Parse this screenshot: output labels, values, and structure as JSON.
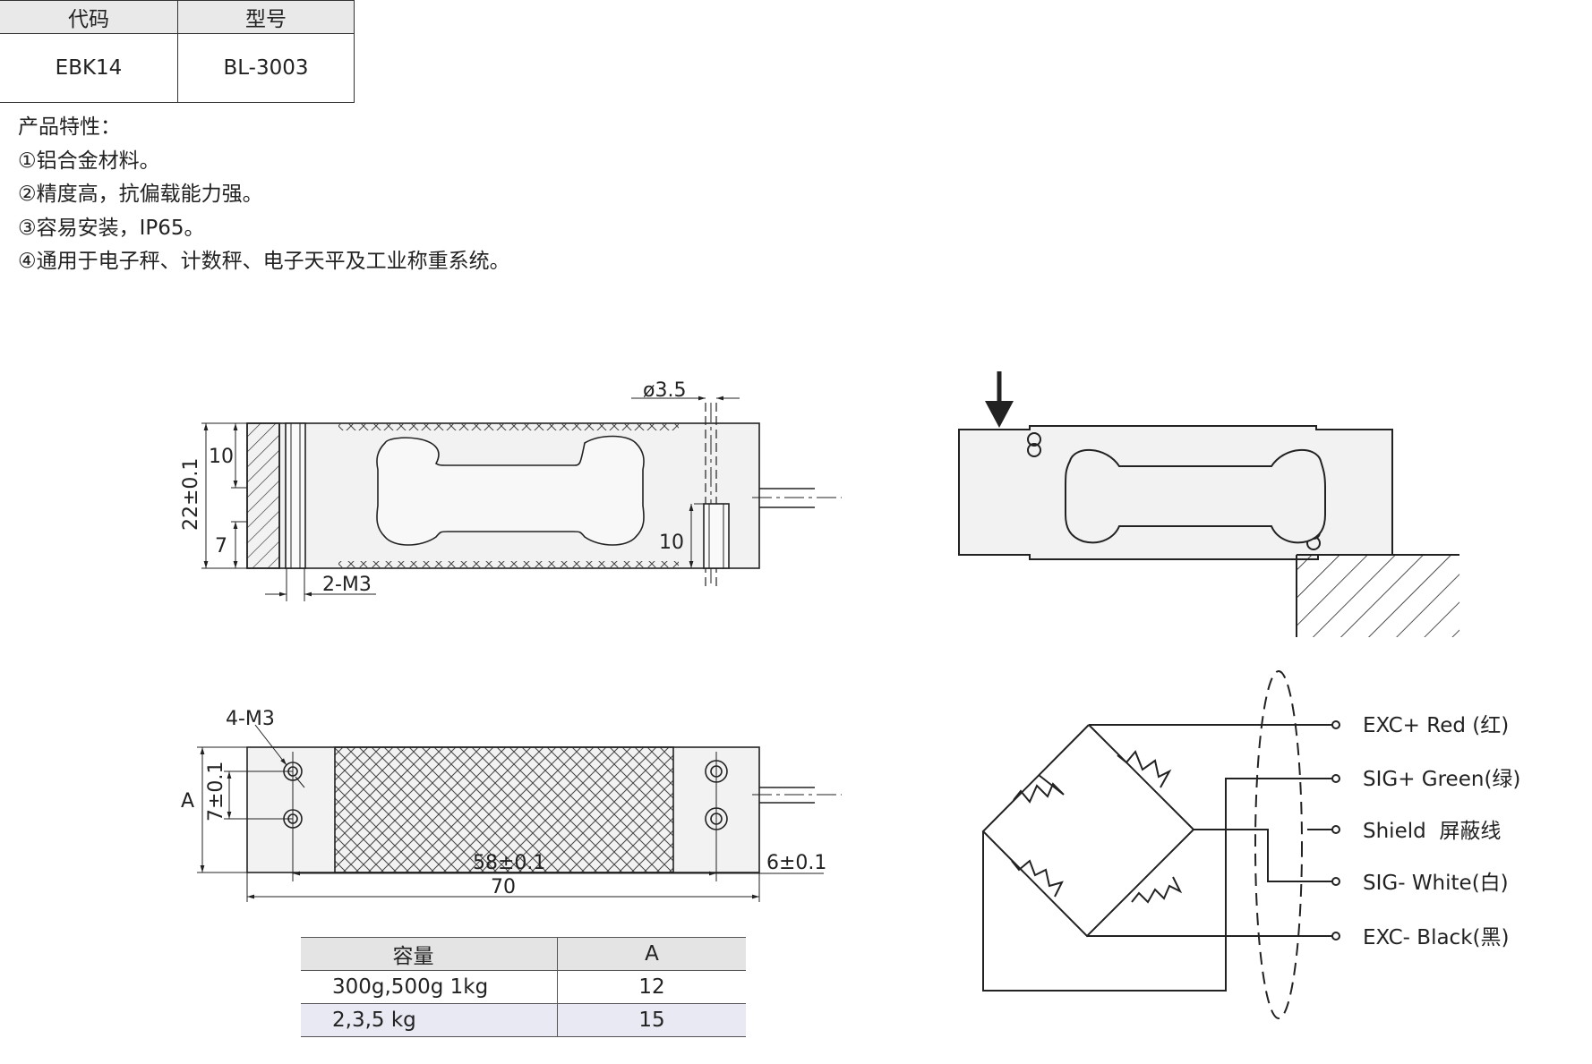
{
  "spec_table": {
    "headers": [
      "代码",
      "型号"
    ],
    "row": [
      "EBK14",
      "BL-3003"
    ]
  },
  "features": {
    "title": "产品特性：",
    "items": [
      "①铝合金材料。",
      "②精度高，抗偏载能力强。",
      "③容易安装，IP65。",
      "④通用于电子秤、计数秤、电子天平及工业称重系统。"
    ]
  },
  "drawing_top": {
    "dim_hole_dia": "ø3.5",
    "dim_height": "22±0.1",
    "dim_10_left": "10",
    "dim_7_left": "7",
    "dim_10_right": "10",
    "dim_thread": "2-M3"
  },
  "drawing_bottom": {
    "dim_thread": "4-M3",
    "dim_a": "A",
    "dim_7": "7±0.1",
    "dim_58": "58±0.1",
    "dim_70": "70",
    "dim_6": "6±0.1"
  },
  "capacity_table": {
    "headers": [
      "容量",
      "A"
    ],
    "rows": [
      [
        "300g,500g 1kg",
        "12"
      ],
      [
        "2,3,5 kg",
        "15"
      ]
    ]
  },
  "wiring": {
    "labels": [
      "EXC+ Red (红)",
      "SIG+ Green(绿)",
      "Shield  屏蔽线",
      "SIG- White(白)",
      "EXC- Black(黑)"
    ]
  },
  "colors": {
    "line": "#222222",
    "body_fill": "#f2f2f2",
    "table_header": "#e4e4e4",
    "row_alt": "#e9e9f4"
  }
}
